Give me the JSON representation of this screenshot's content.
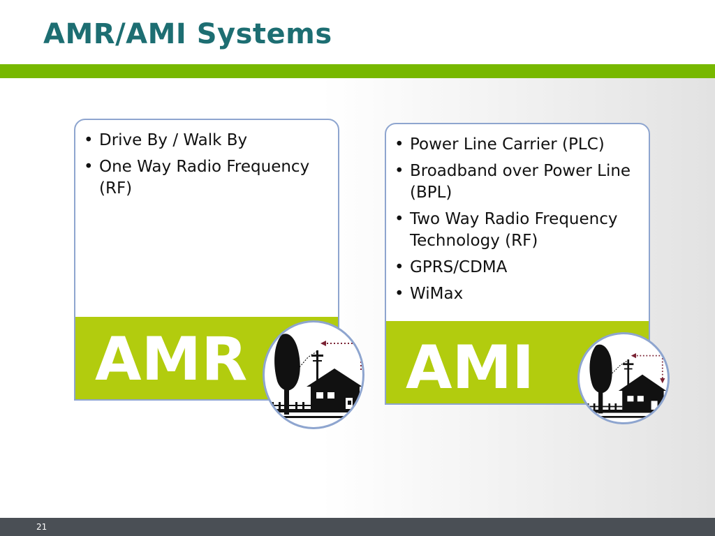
{
  "slide": {
    "title": "AMR/AMI Systems",
    "page_number": "21",
    "colors": {
      "title": "#1d6e72",
      "green_bar": "#77b800",
      "band": "#b2cc0e",
      "border": "#8ea5cf",
      "footer": "#4a4f55"
    }
  },
  "amr": {
    "label": "AMR",
    "items": [
      "Drive By / Walk By",
      "One Way Radio Frequency (RF)"
    ],
    "icon": "house-tree-utility-pole-icon"
  },
  "ami": {
    "label": "AMI",
    "items": [
      "Power Line Carrier (PLC)",
      "Broadband over Power Line (BPL)",
      "Two Way Radio Frequency Technology (RF)",
      "GPRS/CDMA",
      "WiMax"
    ],
    "icon": "house-tree-utility-pole-two-way-icon"
  }
}
